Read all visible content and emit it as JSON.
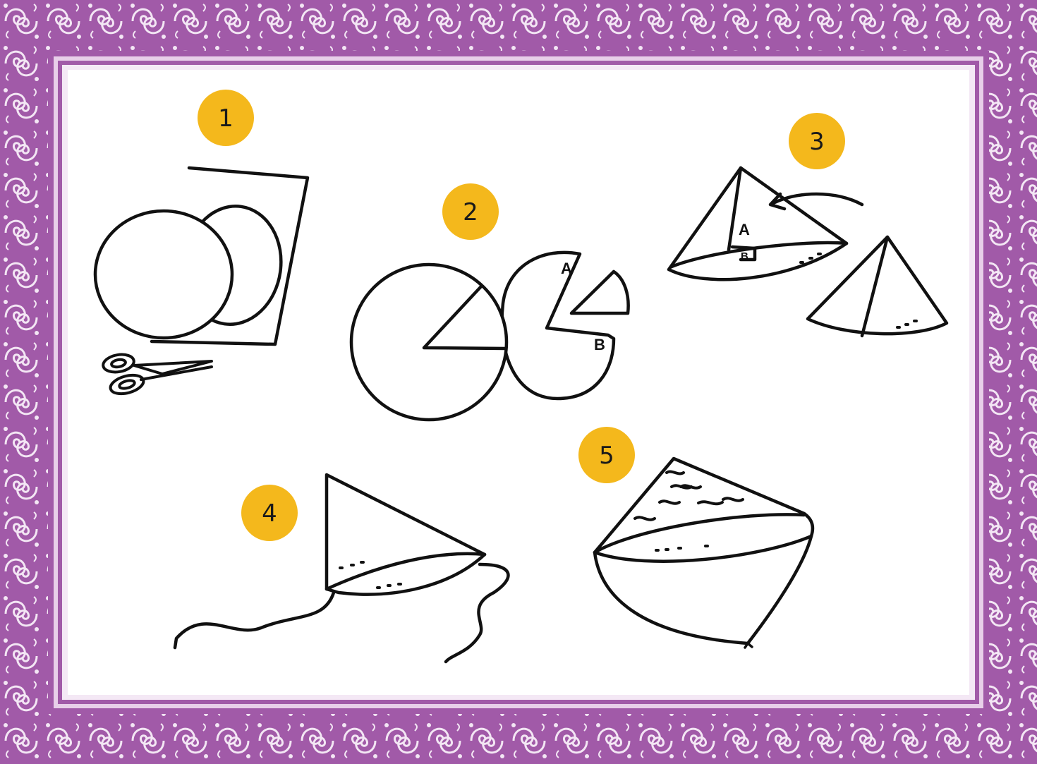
{
  "colors": {
    "border_purple": "#a15aa8",
    "border_light": "#e8cfe9",
    "panel_white": "#ffffff",
    "badge_yellow": "#f4b81c",
    "ink": "#111111"
  },
  "steps": [
    {
      "number": "1"
    },
    {
      "number": "2",
      "labels": {
        "a": "A",
        "b": "B"
      }
    },
    {
      "number": "3",
      "labels": {
        "a": "A",
        "b": "B"
      }
    },
    {
      "number": "4"
    },
    {
      "number": "5"
    }
  ]
}
